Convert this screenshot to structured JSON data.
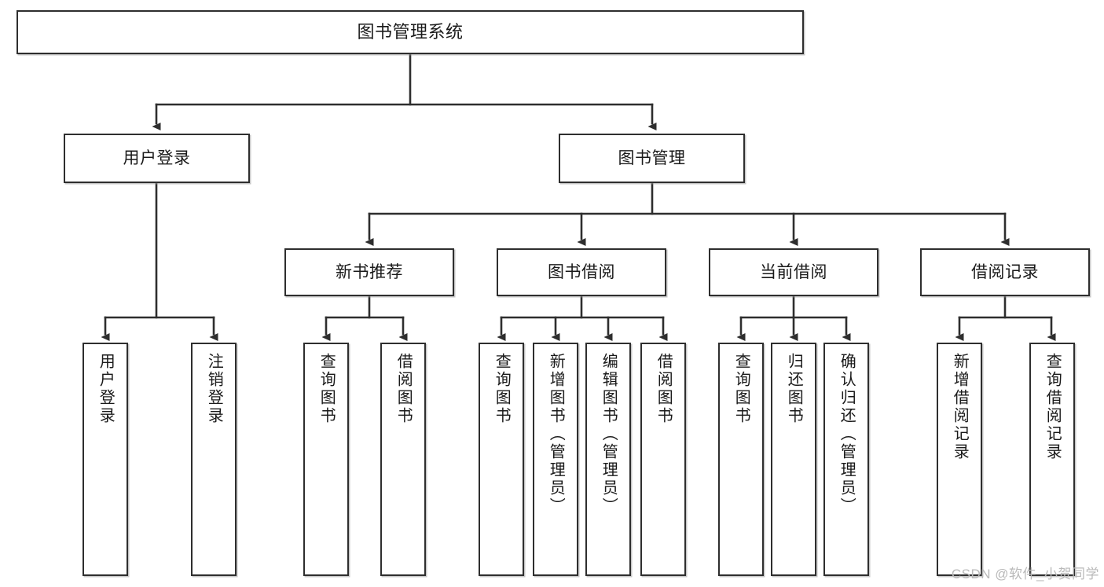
{
  "diagram": {
    "title": "图书管理系统",
    "watermark": "CSDN @软件_小贺同学",
    "line_color": "#2e2e2e",
    "box_fill": "#ffffff",
    "text_color": "#1a1a1a",
    "watermark_color": "#b9b9b9"
  },
  "nodes": {
    "root": {
      "label": "图书管理系统"
    },
    "level2": [
      {
        "label": "用户登录"
      },
      {
        "label": "图书管理"
      }
    ],
    "level3": [
      {
        "label": "新书推荐"
      },
      {
        "label": "图书借阅"
      },
      {
        "label": "当前借阅"
      },
      {
        "label": "借阅记录"
      }
    ],
    "leaves": {
      "user_login": [
        {
          "label": "用户登录"
        },
        {
          "label": "注销登录"
        }
      ],
      "new_book": [
        {
          "label": "查询图书"
        },
        {
          "label": "借阅图书"
        }
      ],
      "book_borrow": [
        {
          "label": "查询图书"
        },
        {
          "label": "新增图书（管理员）"
        },
        {
          "label": "编辑图书（管理员）"
        },
        {
          "label": "借阅图书"
        }
      ],
      "current_borrow": [
        {
          "label": "查询图书"
        },
        {
          "label": "归还图书"
        },
        {
          "label": "确认归还（管理员）"
        }
      ],
      "borrow_record": [
        {
          "label": "新增借阅记录"
        },
        {
          "label": "查询借阅记录"
        }
      ]
    }
  }
}
